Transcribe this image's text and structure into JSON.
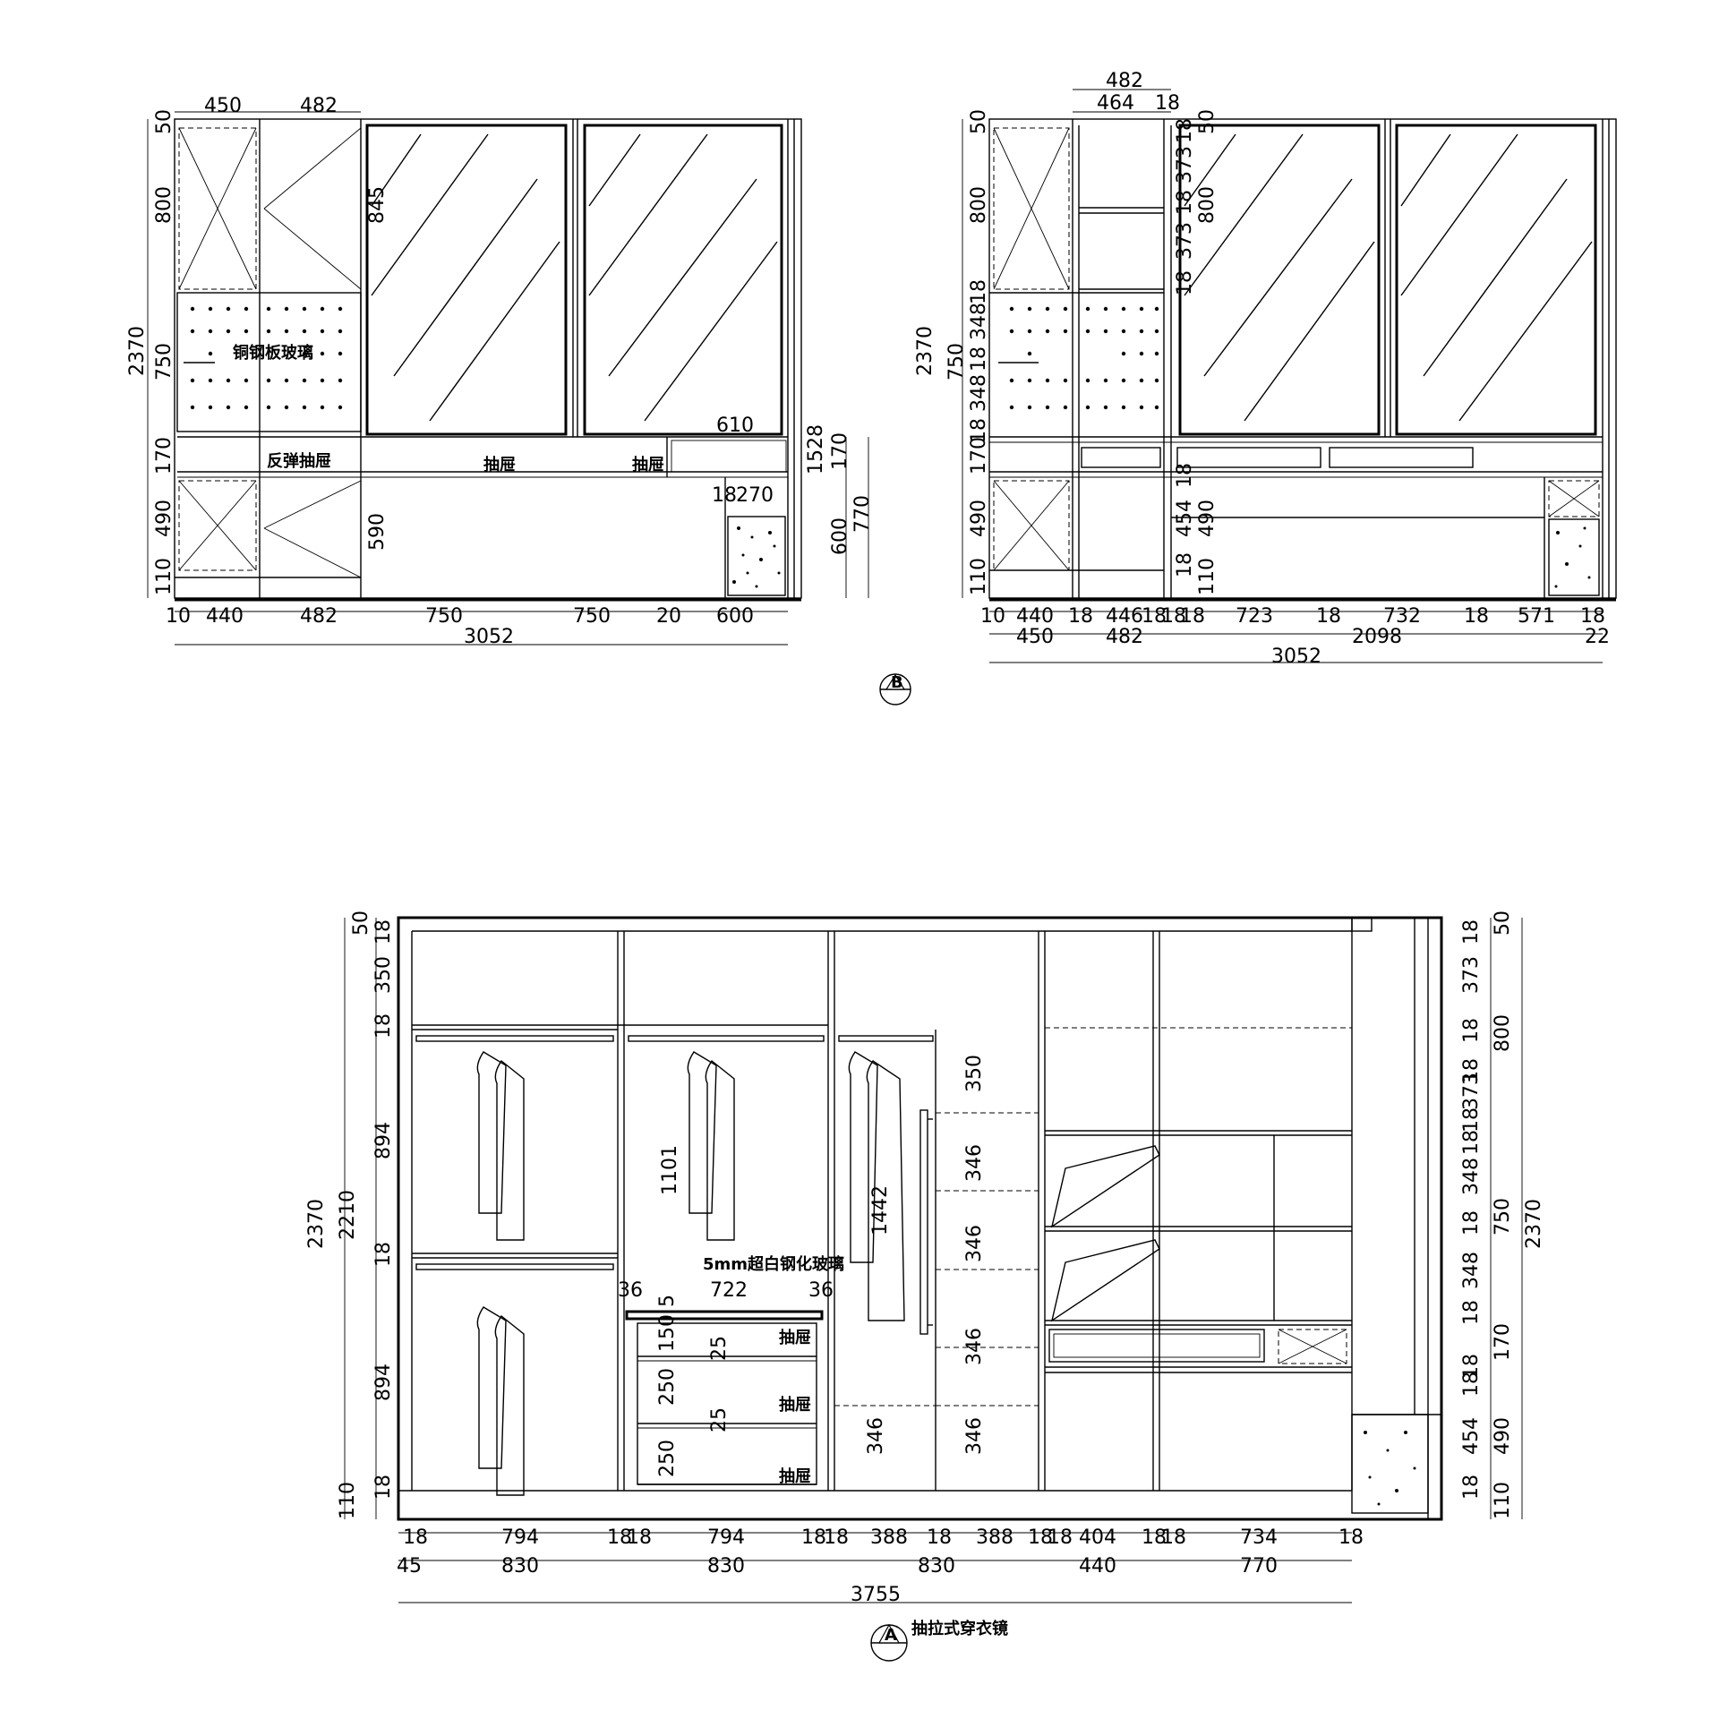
{
  "drawing": {
    "elevation_b": {
      "left": {
        "top_dims": [
          "450",
          "482"
        ],
        "vert_dims": [
          "50",
          "800",
          "750",
          "170",
          "490",
          "110",
          "2370"
        ],
        "inner_dims": [
          "845",
          "590",
          "10"
        ],
        "labels": {
          "copper_glass": "铜钢板玻璃",
          "spring_drawer": "反弹抽屉",
          "drawer_1": "抽屉",
          "drawer_2": "抽屉"
        },
        "right_dims": [
          "610",
          "18",
          "270",
          "1528",
          "170",
          "770",
          "600"
        ],
        "bottom_dims": [
          "10",
          "440",
          "482",
          "750",
          "750",
          "20",
          "600"
        ],
        "total": "3052"
      },
      "right": {
        "top_dims": [
          "482",
          "464",
          "18"
        ],
        "vert_dims": [
          "50",
          "800",
          "18",
          "348",
          "750",
          "18",
          "348",
          "18",
          "170",
          "490",
          "110",
          "2370"
        ],
        "mid_dims": [
          "18",
          "373",
          "18",
          "800",
          "373",
          "18",
          "18",
          "454",
          "490",
          "18",
          "110",
          "50"
        ],
        "bottom_dims": [
          "10",
          "440",
          "18",
          "446",
          "18",
          "18",
          "18",
          "723",
          "18",
          "732",
          "18",
          "571",
          "18"
        ],
        "bottom_dims2": [
          "450",
          "482",
          "2098",
          "22"
        ],
        "total": "3052"
      },
      "marker": "B"
    },
    "elevation_a": {
      "left_dims": [
        "50",
        "18",
        "350",
        "18",
        "894",
        "18",
        "894",
        "18",
        "110"
      ],
      "outer_left": [
        "2370",
        "2210"
      ],
      "inner_dims": [
        "1101",
        "1442",
        "350",
        "346",
        "346",
        "346",
        "346",
        "346"
      ],
      "glass_label": "5mm超白钢化玻璃",
      "glass_dims": [
        "36",
        "722",
        "36"
      ],
      "drawer_dims": [
        "150",
        "5",
        "25",
        "250",
        "25",
        "250"
      ],
      "drawer_labels": [
        "抽屉",
        "抽屉",
        "抽屉"
      ],
      "right_dims": [
        "18",
        "50",
        "373",
        "18",
        "800",
        "18",
        "373",
        "18",
        "18",
        "348",
        "18",
        "750",
        "348",
        "18",
        "18",
        "170",
        "18",
        "454",
        "490",
        "18",
        "110"
      ],
      "outer_right": "2370",
      "bottom_dims": [
        "18",
        "794",
        "18",
        "18",
        "794",
        "18",
        "18",
        "388",
        "18",
        "388",
        "18",
        "18",
        "404",
        "18",
        "18",
        "734",
        "18"
      ],
      "bottom_dims2": [
        "45",
        "830",
        "830",
        "830",
        "440",
        "770"
      ],
      "total": "3755",
      "marker": "A",
      "title": "抽拉式穿衣镜"
    }
  }
}
